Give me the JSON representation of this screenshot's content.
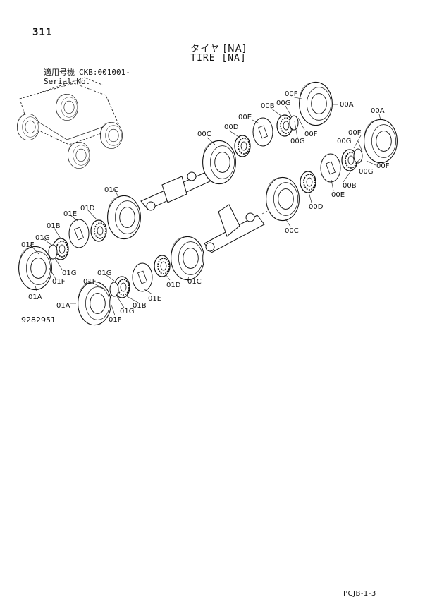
{
  "page_number": "311",
  "title_jp": "タイヤ [NA]",
  "title_en": "TIRE [NA]",
  "serial": {
    "label_jp": "適用号機",
    "label_en": "Serial No.",
    "value": "CKB:001001-"
  },
  "drawing_code": "9282951",
  "footer_code": "PCJB-1-3",
  "callouts": {
    "r00A_1": "00A",
    "r00F_1": "00F",
    "r00G_1": "00G",
    "r00B_1": "00B",
    "r00E_1": "00E",
    "r00D_1": "00D",
    "r00C_1": "00C",
    "r00F_2": "00F",
    "r00G_2": "00G",
    "r00A_2": "00A",
    "r00F_3": "00F",
    "r00G_3": "00G",
    "r00G_4": "00G",
    "r00F_4": "00F",
    "r00B_2": "00B",
    "r00E_2": "00E",
    "r00D_2": "00D",
    "r00C_2": "00C",
    "r01C_1": "01C",
    "r01E_1": "01E",
    "r01D_1": "01D",
    "r01B_1": "01B",
    "r01G_1": "01G",
    "r01F_1": "01F",
    "r01G_2": "01G",
    "r01F_2": "01F",
    "r01A_1": "01A",
    "r01G_3": "01G",
    "r01F_3": "01F",
    "r01A_2": "01A",
    "r01G_4": "01G",
    "r01F_4": "01F",
    "r01B_2": "01B",
    "r01E_2": "01E",
    "r01D_2": "01D",
    "r01C_2": "01C"
  }
}
